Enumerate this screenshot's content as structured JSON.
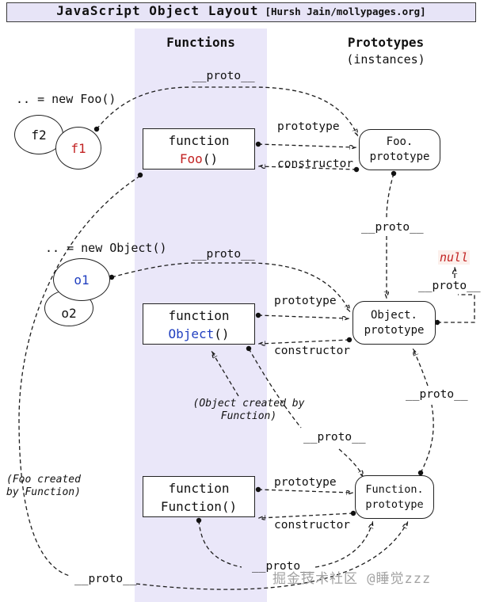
{
  "title": {
    "main": "JavaScript Object Layout",
    "credit": "[Hursh Jain/mollypages.org]"
  },
  "headers": {
    "functions": "Functions",
    "prototypes": "Prototypes",
    "instances": "(instances)"
  },
  "instances": {
    "new_foo": ".. = new Foo()",
    "new_object": ".. = new Object()",
    "f1": "f1",
    "f2": "f2",
    "o1": "o1",
    "o2": "o2"
  },
  "functions": {
    "foo": {
      "keyword": "function",
      "name": "Foo",
      "parens": "()"
    },
    "object": {
      "keyword": "function",
      "name": "Object",
      "parens": "()"
    },
    "function": {
      "keyword": "function",
      "name": "Function",
      "parens": "()"
    }
  },
  "prototypes": {
    "foo": {
      "line1": "Foo.",
      "line2": "prototype"
    },
    "object": {
      "line1": "Object.",
      "line2": "prototype"
    },
    "function": {
      "line1": "Function.",
      "line2": "prototype"
    }
  },
  "edge_labels": {
    "proto": "__proto__",
    "prototype": "prototype",
    "constructor": "constructor",
    "null": "null"
  },
  "annotations": {
    "object_created_line1": "(Object created by",
    "object_created_line2": "Function)",
    "foo_created_line1": "(Foo created",
    "foo_created_line2": "by Function)"
  },
  "watermark": "掘金技术社区 @睡觉zzz",
  "colors": {
    "band": "#eae7f9",
    "titlebar": "#e7e4f7",
    "red": "#c22222",
    "blue": "#2240c0"
  }
}
